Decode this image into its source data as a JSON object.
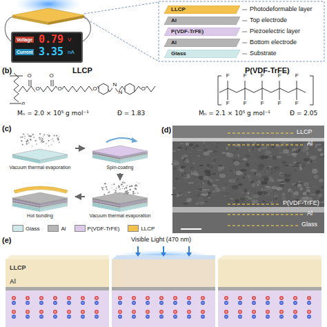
{
  "diagram": {
    "nodes": [
      {
        "text": [
          "Voltage",
          "0.79",
          "V",
          "Current",
          "3.35",
          "nA"
        ]
      },
      {
        "text": [
          "LLCP"
        ]
      },
      {
        "text": [
          "Al"
        ]
      },
      {
        "text": [
          "P(VDF-TrFE)"
        ]
      },
      {
        "text": [
          "Al"
        ]
      },
      {
        "text": [
          "Glass"
        ]
      },
      {
        "text": [
          "Vacuum thermal evaporation"
        ]
      },
      {
        "text": [
          "Spin-coating"
        ]
      },
      {
        "text": [
          "Hot bonding"
        ]
      },
      {
        "text": [
          "Vacuum thermal evaporation"
        ]
      }
    ],
    "edges": [
      {
        "from": 6,
        "to": 7,
        "arrow": "to"
      },
      {
        "from": 7,
        "to": 9,
        "arrow": "to"
      },
      {
        "from": 9,
        "to": 8,
        "arrow": "to"
      }
    ],
    "labels": [
      "Photodeformable layer",
      "Top electrode",
      "Piezoelectric layer",
      "Bottom electrode",
      "Substrate",
      "(b)",
      "LLCP",
      "O",
      "O",
      "O",
      "O",
      "O",
      "N",
      "N",
      "O",
      "n",
      "Mₙ = 2.0 × 10⁵ g mol⁻¹",
      "Đ = 1.83",
      "P(VDF-TrFE)",
      "F",
      "F",
      "F",
      "F",
      "F",
      "F",
      "F",
      "F",
      "F",
      "F",
      "Mₙ = 2.1 × 10⁵ g mol⁻¹",
      "Đ = 2.05",
      "(c)",
      "(d)",
      "LLCP",
      "Al",
      "P(VDF-TrFE)",
      "Al",
      "Glass",
      "(e)",
      "LLCP",
      "Al",
      "Visible Light (470 nm)"
    ],
    "legend": [
      {
        "text": "Glass",
        "color": "#cfe9ea"
      },
      {
        "text": "Al",
        "color": "#b5b5b5"
      },
      {
        "text": "P(VDF-TrFE)",
        "color": "#dcc9ea"
      },
      {
        "text": "LLCP",
        "color": "#f2c14e"
      }
    ]
  }
}
